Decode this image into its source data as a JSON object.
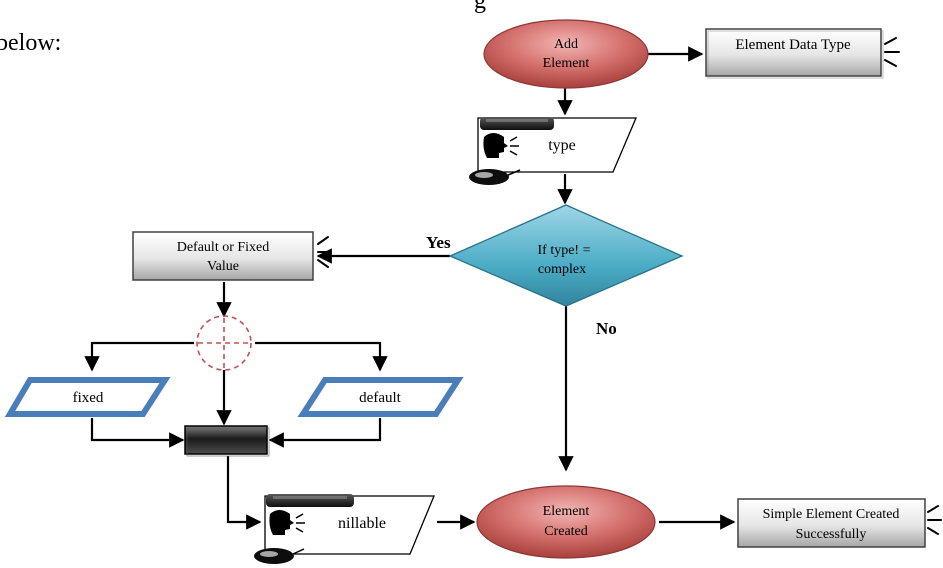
{
  "page_text": {
    "top_cut": "g",
    "left_cut": "below:"
  },
  "nodes": {
    "add_element": {
      "line1": "Add",
      "line2": "Element"
    },
    "element_data_type": "Element Data Type",
    "type_input": "type",
    "decision": {
      "line1": "If type! =",
      "line2": "complex"
    },
    "default_or_fixed": {
      "line1": "Default or Fixed",
      "line2": "Value"
    },
    "fixed": "fixed",
    "default": "default",
    "nillable_input": "nillable",
    "element_created": {
      "line1": "Element",
      "line2": "Created"
    },
    "simple_created": {
      "line1": "Simple Element Created",
      "line2": "Successfully"
    }
  },
  "edges": {
    "yes": "Yes",
    "no": "No"
  },
  "colors": {
    "terminal_fill": "#c0504d",
    "decision_fill": "#4bacc6",
    "process_fill": "#d9d9d9",
    "io_border": "#4a7ebb",
    "merge_fill": "#262626",
    "connector_dash": "#c0504d",
    "stroke": "#000000"
  },
  "icons": [
    "keyboard-icon",
    "speaking-head-icon",
    "mouse-icon",
    "signal-lines-icon",
    "dashed-circle-connector-icon"
  ]
}
